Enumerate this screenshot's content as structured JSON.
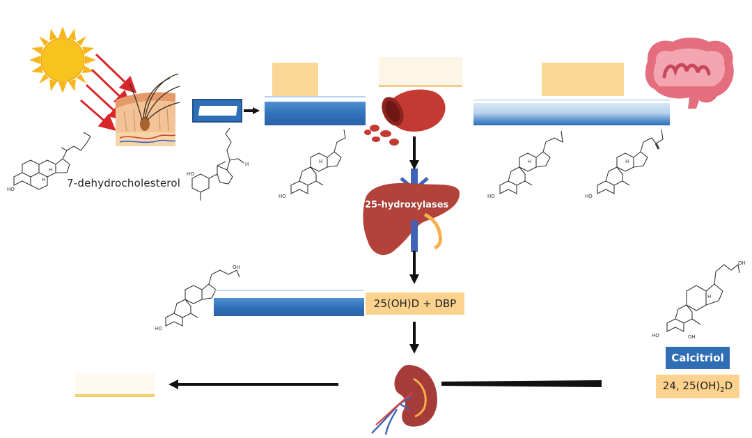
{
  "labels": {
    "precursor": "7-dehydrocholesterol",
    "enzymes": "25-hydroxylases",
    "complex": "25(OH)D + DBP",
    "active_form": "Calcitriol",
    "metabolite_prefix": "24, 25(OH)",
    "metabolite_sub": "2",
    "metabolite_suffix": "D"
  },
  "structure_atoms": {
    "ho": "HO",
    "oh": "OH",
    "h": "H"
  },
  "colors": {
    "arrow": "#111111",
    "orange_box": "#fbd38e",
    "blue_bar": "#2f6fb8",
    "calcitriol_box": "#2f6db5",
    "sun": "#f6b61b",
    "liver": "#b3423a",
    "kidney": "#a63c3a",
    "blood_vessel": "#c23b32",
    "intestine": "#e06a7a",
    "skin": "#f2b98a"
  },
  "icons": [
    "sun-icon",
    "skin-icon",
    "blood-vessel-icon",
    "liver-icon",
    "kidney-icon",
    "intestine-icon"
  ]
}
